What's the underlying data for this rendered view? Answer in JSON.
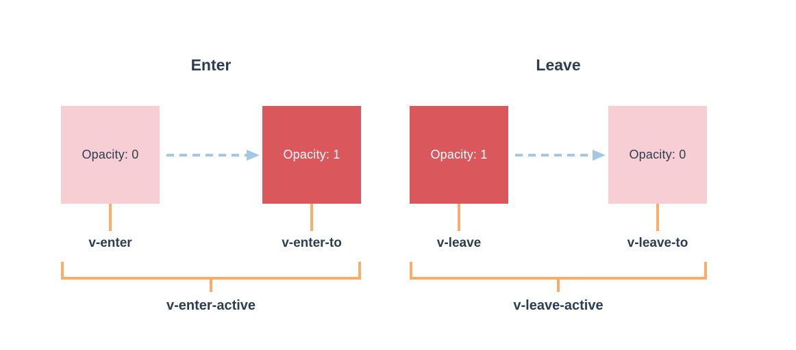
{
  "diagram": {
    "sections": [
      {
        "title": "Enter",
        "boxes": [
          {
            "label": "Opacity: 0",
            "style": "faded"
          },
          {
            "label": "Opacity: 1",
            "style": "solid"
          }
        ],
        "arrow": "dashed-right-arrow",
        "box_labels": [
          "v-enter",
          "v-enter-to"
        ],
        "bracket_label": "v-enter-active"
      },
      {
        "title": "Leave",
        "boxes": [
          {
            "label": "Opacity: 1",
            "style": "solid"
          },
          {
            "label": "Opacity: 0",
            "style": "faded"
          }
        ],
        "arrow": "dashed-right-arrow",
        "box_labels": [
          "v-leave",
          "v-leave-to"
        ],
        "bracket_label": "v-leave-active"
      }
    ],
    "colors": {
      "box_faded": "#f6ced3",
      "box_solid": "#da575c",
      "text_dark": "#2c3e50",
      "text_light": "#ffffff",
      "connector": "#f8ad68",
      "arrow": "#a5c7e6",
      "background": "#ffffff"
    }
  }
}
